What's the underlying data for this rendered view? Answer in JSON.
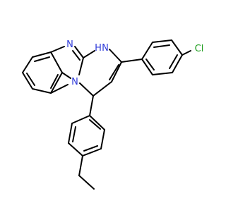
{
  "molecule": {
    "atom_labels": {
      "imine_n": "N",
      "nh": "H",
      "nh_n": "N",
      "bridge_n": "N",
      "chlorine": "Cl"
    },
    "colors": {
      "bond": "#000000",
      "nitrogen": "#2f3bd9",
      "chlorine": "#1f9e1f",
      "background": "#ffffff"
    }
  }
}
